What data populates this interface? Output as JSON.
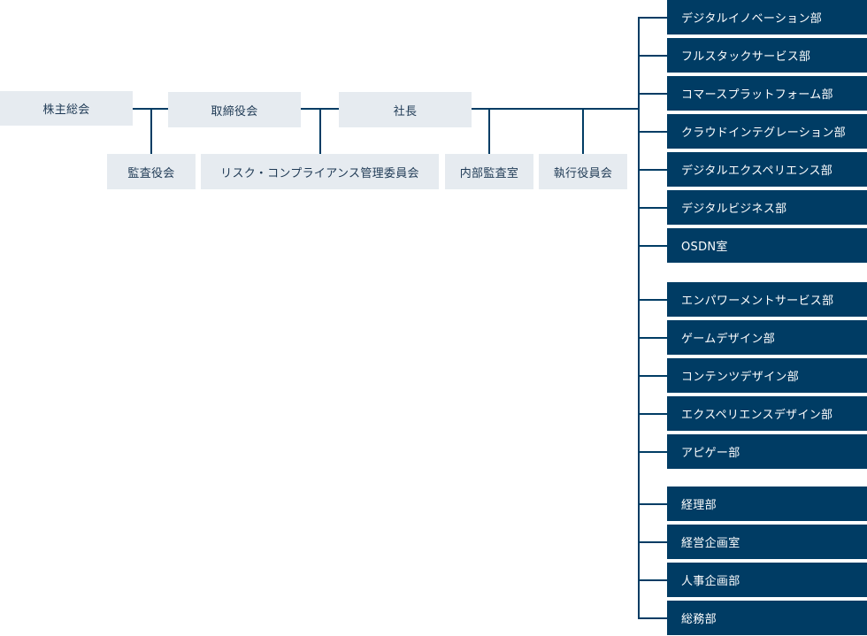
{
  "colors": {
    "line": "#003c64",
    "department_box": "#003c64",
    "department_text": "#ffffff",
    "governance_box": "#e6ebf0",
    "governance_text": "#1f3a55"
  },
  "governance": {
    "shareholders_meeting": "株主総会",
    "board_of_directors": "取締役会",
    "president": "社長",
    "audit_board": "監査役会",
    "risk_compliance_committee": "リスク・コンプライアンス管理委員会",
    "internal_audit_office": "内部監査室",
    "executive_officers_meeting": "執行役員会"
  },
  "departments": {
    "group1": [
      "デジタルイノベーション部",
      "フルスタックサービス部",
      "コマースプラットフォーム部",
      "クラウドインテグレーション部",
      "デジタルエクスペリエンス部",
      "デジタルビジネス部",
      "OSDN室"
    ],
    "group2": [
      "エンパワーメントサービス部",
      "ゲームデザイン部",
      "コンテンツデザイン部",
      "エクスペリエンスデザイン部",
      "アピゲー部"
    ],
    "group3": [
      "経理部",
      "経営企画室",
      "人事企画部",
      "総務部"
    ]
  }
}
